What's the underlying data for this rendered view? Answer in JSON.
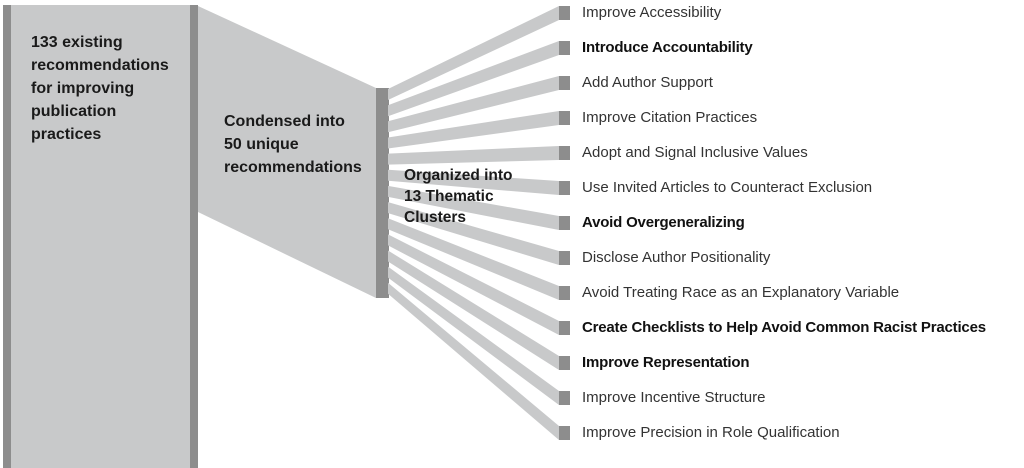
{
  "figure_title": "Funnel diagram of publication-practice recommendations",
  "stages": [
    {
      "label": "133 existing\nrecommendations\nfor improving\npublication\npractices"
    },
    {
      "label": "Condensed into\n50 unique\nrecommendations"
    },
    {
      "label": "Organized into\n13 Thematic\nClusters"
    }
  ],
  "counts": {
    "existing": 133,
    "unique": 50,
    "clusters": 13
  },
  "clusters": [
    {
      "label": "Improve Accessibility",
      "bold": false
    },
    {
      "label": "Introduce Accountability",
      "bold": true
    },
    {
      "label": "Add Author Support",
      "bold": false
    },
    {
      "label": "Improve Citation Practices",
      "bold": false
    },
    {
      "label": "Adopt and Signal Inclusive Values",
      "bold": false
    },
    {
      "label": "Use Invited Articles to Counteract Exclusion",
      "bold": false
    },
    {
      "label": "Avoid Overgeneralizing",
      "bold": true
    },
    {
      "label": "Disclose Author Positionality",
      "bold": false
    },
    {
      "label": "Avoid Treating Race as an Explanatory Variable",
      "bold": false
    },
    {
      "label": "Create Checklists to Help Avoid Common Racist Practices",
      "bold": true
    },
    {
      "label": "Improve Representation",
      "bold": true
    },
    {
      "label": "Improve Incentive Structure",
      "bold": false
    },
    {
      "label": "Improve Precision in Role Qualification",
      "bold": false
    }
  ],
  "colors": {
    "shape_light_gray": "#c8c9ca",
    "shape_dark_gray": "#8d8d8d",
    "text_black": "#1a1a1a",
    "background": "#ffffff"
  }
}
